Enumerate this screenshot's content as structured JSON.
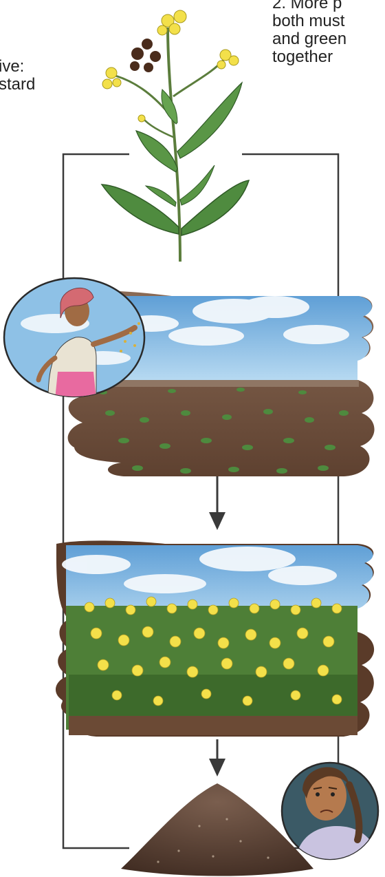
{
  "left_caption": {
    "line1": "ive:",
    "line2": "stard"
  },
  "right_caption": {
    "line1": "2. More p",
    "line2": "both must",
    "line3": "and green",
    "line4": "together"
  },
  "colors": {
    "frame_line": "#3a3a3a",
    "soil": "#6b4a35",
    "soil_dark": "#4f3526",
    "sky": "#7fb7e3",
    "cloud": "#eef5fb",
    "leaf": "#4e8a3e",
    "flower": "#f3e04a",
    "seed_pile": "#5c4436",
    "arrow": "#3a3a3a"
  },
  "icons": {
    "plant": "mustard-plant-illustration",
    "seeds": "mustard-seeds-icon",
    "farmer": "farmer-sowing-portrait",
    "worried": "worried-woman-portrait"
  }
}
